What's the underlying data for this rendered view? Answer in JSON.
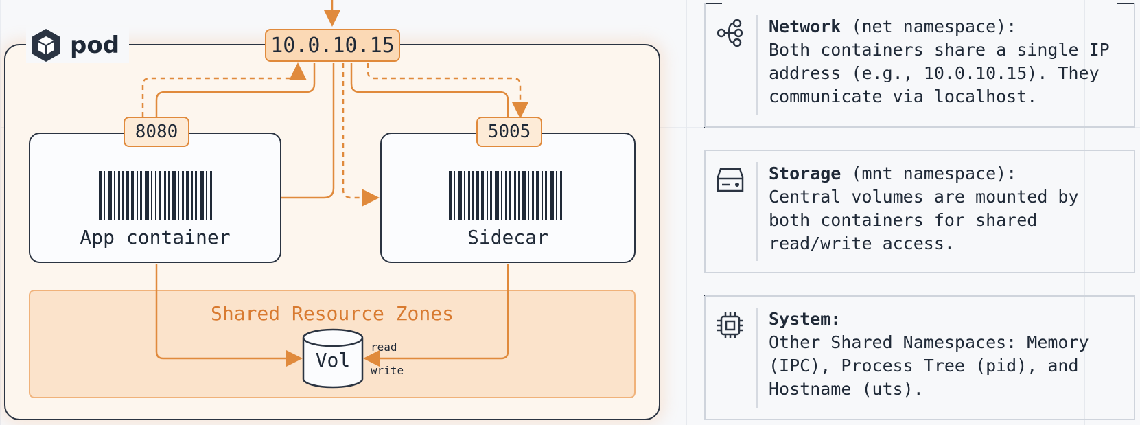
{
  "pod": {
    "label": "pod"
  },
  "network": {
    "ip": "10.0.10.15",
    "app_port": "8080",
    "sidecar_port": "5005"
  },
  "containers": [
    {
      "name": "App container"
    },
    {
      "name": "Sidecar"
    }
  ],
  "shared_zone": {
    "title": "Shared Resource Zones",
    "volume": "Vol",
    "read_label": "read",
    "write_label": "write"
  },
  "panels": [
    {
      "icon": "network-icon",
      "title": "Network",
      "subtitle": "(net namespace):",
      "text": "Both containers share a single IP address (e.g., 10.0.10.15). They communicate via localhost."
    },
    {
      "icon": "storage-icon",
      "title": "Storage",
      "subtitle": "(mnt namespace):",
      "text": "Central volumes are mounted by both containers for shared read/write access."
    },
    {
      "icon": "chip-icon",
      "title": "System:",
      "subtitle": "",
      "text": "Other Shared Namespaces: Memory (IPC), Process Tree (pid), and Hostname (uts)."
    }
  ],
  "colors": {
    "accent": "#e08a3c",
    "ink": "#1f2937",
    "zone_fill": "#fbe3cb",
    "ip_fill": "#fbd9b5"
  }
}
